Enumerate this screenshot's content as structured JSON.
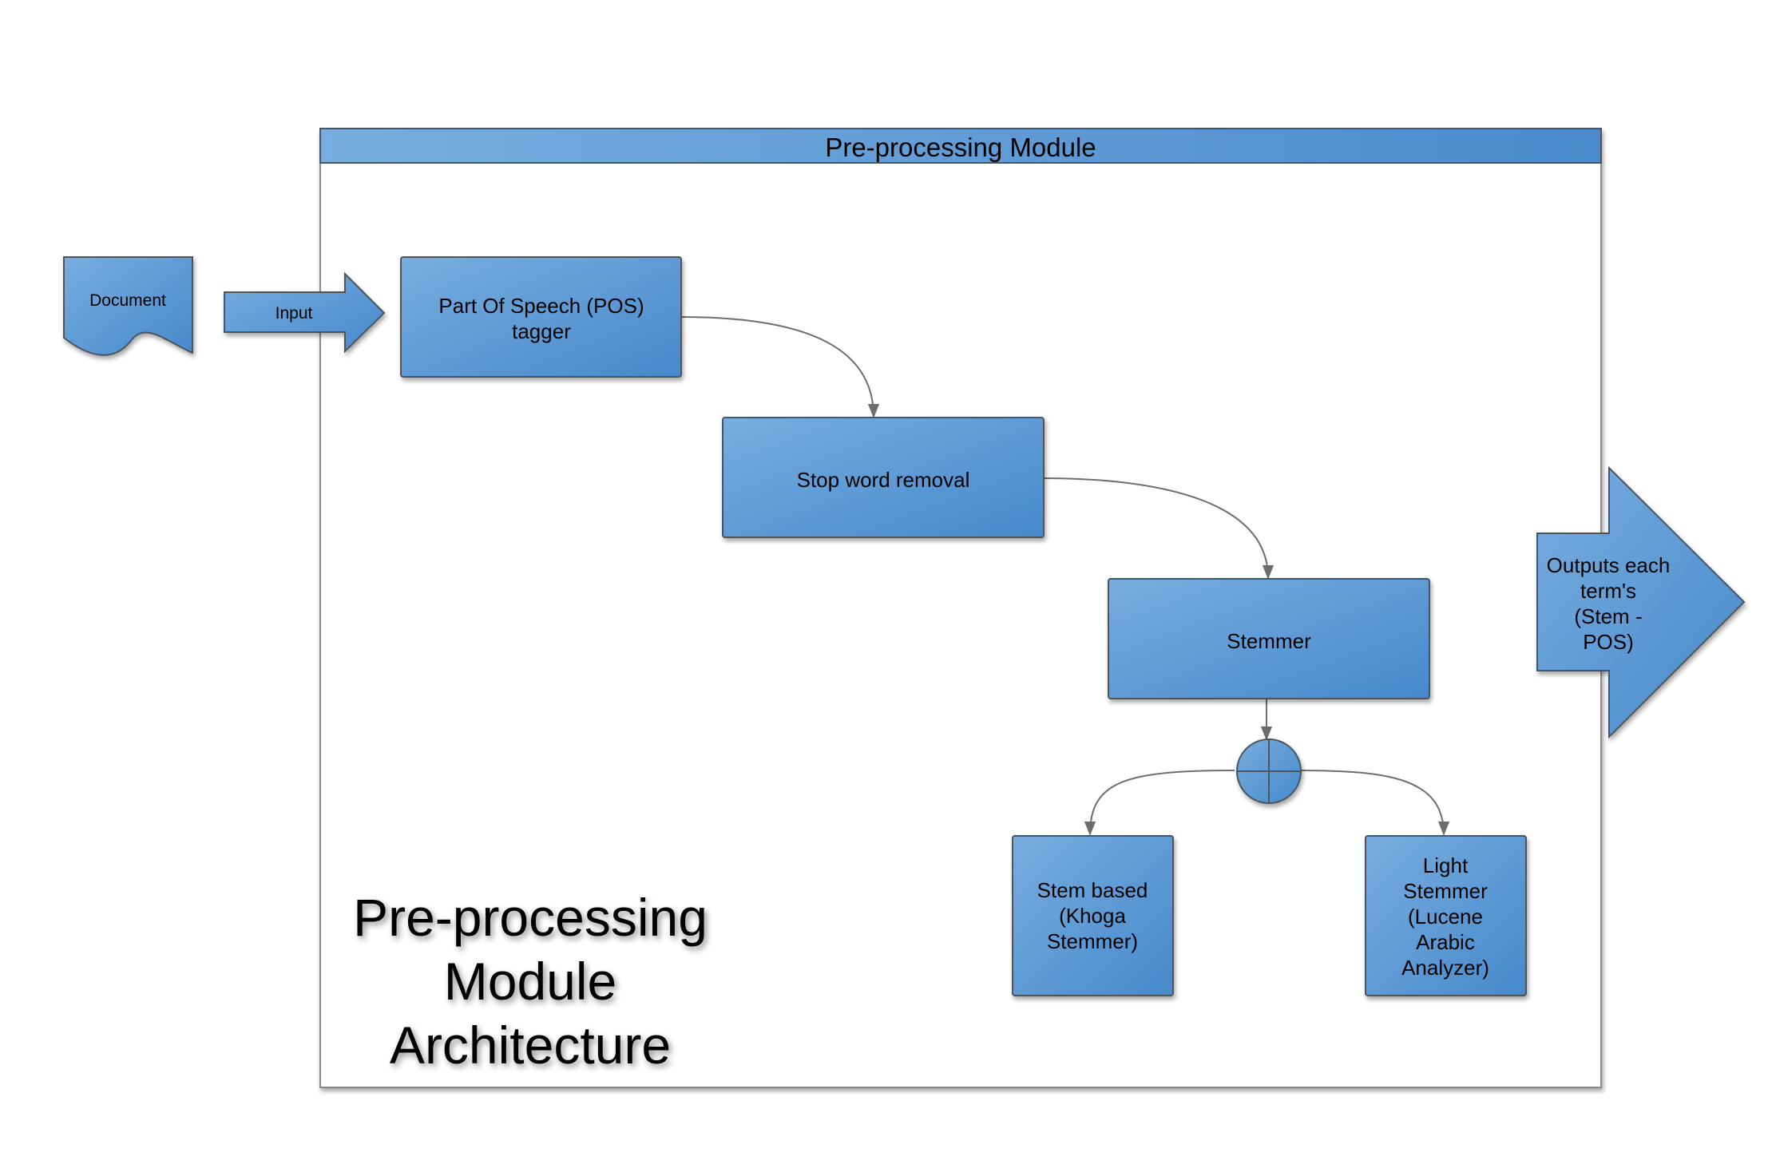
{
  "container": {
    "header_label": "Pre-processing Module"
  },
  "document": {
    "label": "Document"
  },
  "input_arrow": {
    "label": "Input"
  },
  "steps": {
    "pos_tagger": {
      "lines": [
        "Part Of Speech (POS)",
        "tagger"
      ]
    },
    "stop_word": {
      "lines": [
        "Stop word removal"
      ]
    },
    "stemmer": {
      "lines": [
        "Stemmer"
      ]
    },
    "stem_based": {
      "lines": [
        "Stem based",
        "(Khoga",
        "Stemmer)"
      ]
    },
    "light_stemmer": {
      "lines": [
        "Light",
        "Stemmer",
        "(Lucene",
        "Arabic",
        "Analyzer)"
      ]
    }
  },
  "output_arrow": {
    "lines": [
      "Outputs each",
      "term's",
      "(Stem -",
      "POS)"
    ]
  },
  "caption": {
    "lines": [
      "Pre-processing",
      "Module",
      "Architecture"
    ]
  },
  "colors": {
    "box_fill_light": "#72a9dc",
    "box_fill_dark": "#4a8ccf",
    "box_stroke": "#4a5560",
    "connector": "#6d6d6d",
    "container_stroke": "#8a8a8a"
  }
}
